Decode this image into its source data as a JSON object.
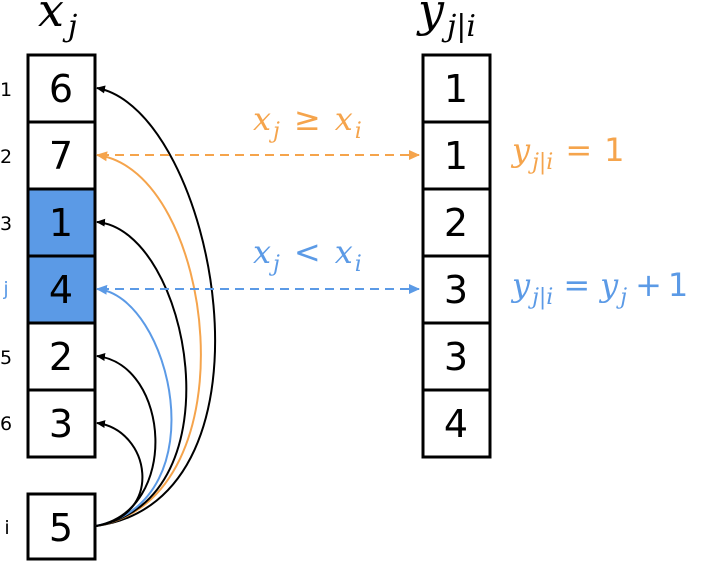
{
  "colors": {
    "orange": "#f5a44c",
    "blue": "#5b9ae6",
    "black": "#000000"
  },
  "left_column": {
    "header_var": "x",
    "header_sub": "j",
    "cells": [
      {
        "value": "6",
        "label": "1",
        "highlight": false
      },
      {
        "value": "7",
        "label": "2",
        "highlight": false
      },
      {
        "value": "1",
        "label": "3",
        "highlight": true
      },
      {
        "value": "4",
        "label": "j",
        "highlight": true
      },
      {
        "value": "2",
        "label": "5",
        "highlight": false
      },
      {
        "value": "3",
        "label": "6",
        "highlight": false
      }
    ],
    "i_cell": {
      "value": "5",
      "label": "i"
    }
  },
  "right_column": {
    "header_var": "y",
    "header_sub": "j|i",
    "cells": [
      "1",
      "1",
      "2",
      "3",
      "3",
      "4"
    ]
  },
  "conditions": {
    "ge": {
      "lhs": "x",
      "lhs_sub": "j",
      "op": "≥",
      "rhs": "x",
      "rhs_sub": "i"
    },
    "lt": {
      "lhs": "x",
      "lhs_sub": "j",
      "op": "<",
      "rhs": "x",
      "rhs_sub": "i"
    }
  },
  "results": {
    "eq_one": {
      "lhs": "y",
      "lhs_sub": "j|i",
      "op": "=",
      "rhs": "1"
    },
    "eq_plus": {
      "lhs": "y",
      "lhs_sub": "j|i",
      "op": "=",
      "rhs": "y",
      "rhs_sub": "j",
      "plus": "+",
      "one": "1"
    }
  }
}
